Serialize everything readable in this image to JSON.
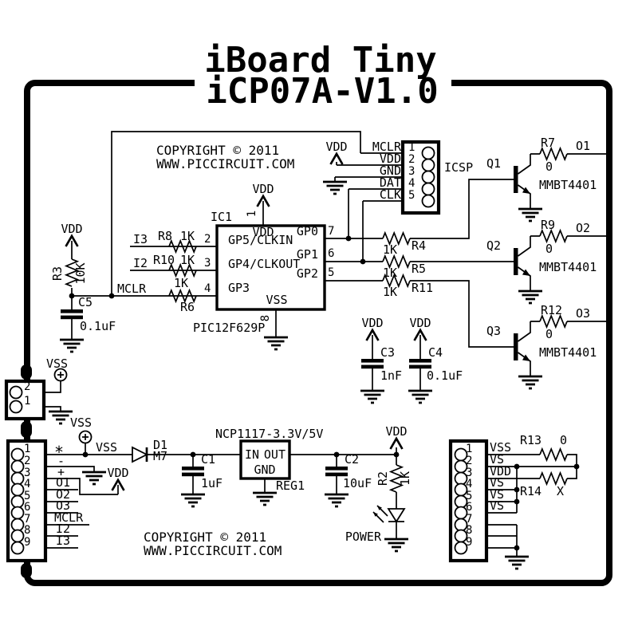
{
  "window": {
    "title_line1": "iBoard Tiny",
    "title_line2": "iCP07A-V1.0"
  },
  "copyright": {
    "line1": "COPYRIGHT © 2011",
    "line2": "WWW.PICCIRCUIT.COM"
  },
  "nets": {
    "vdd": "VDD",
    "vss": "VSS"
  },
  "icsp": {
    "label": "ICSP",
    "pins": [
      {
        "num": "1",
        "name": "MCLR"
      },
      {
        "num": "2",
        "name": "VDD"
      },
      {
        "num": "3",
        "name": "GND"
      },
      {
        "num": "4",
        "name": "DAT"
      },
      {
        "num": "5",
        "name": "CLK"
      }
    ]
  },
  "ic1": {
    "ref": "IC1",
    "part": "PIC12F629P",
    "vdd": "VDD",
    "vss": "VSS",
    "pin1": "1",
    "pin8": "8",
    "left_pins": [
      {
        "num": "2",
        "label": "GP5/CLKIN"
      },
      {
        "num": "3",
        "label": "GP4/CLKOUT"
      },
      {
        "num": "4",
        "label": "GP3"
      }
    ],
    "right_pins": [
      {
        "num": "7",
        "label": "GP0"
      },
      {
        "num": "6",
        "label": "GP1"
      },
      {
        "num": "5",
        "label": "GP2"
      }
    ]
  },
  "input_resistors": [
    {
      "net": "I3",
      "ref": "R8",
      "value": "1K"
    },
    {
      "net": "I2",
      "ref": "R10",
      "value": "1K"
    },
    {
      "net": "MCLR",
      "ref": "R6",
      "value": "1K"
    }
  ],
  "r3": {
    "ref": "R3",
    "value": "10K"
  },
  "c5": {
    "ref": "C5",
    "value": "0.1uF"
  },
  "gp_resistors": [
    {
      "ref": "R4",
      "value": "1K"
    },
    {
      "ref": "R5",
      "value": "1K"
    },
    {
      "ref": "R11",
      "value": "1K"
    }
  ],
  "transistors": [
    {
      "ref": "Q1",
      "part": "MMBT4401",
      "r_ref": "R7",
      "r_value": "0",
      "net": "O1"
    },
    {
      "ref": "Q2",
      "part": "MMBT4401",
      "r_ref": "R9",
      "r_value": "0",
      "net": "O2"
    },
    {
      "ref": "Q3",
      "part": "MMBT4401",
      "r_ref": "R12",
      "r_value": "0",
      "net": "O3"
    }
  ],
  "caps": [
    {
      "ref": "C3",
      "value": "1nF"
    },
    {
      "ref": "C4",
      "value": "0.1uF"
    }
  ],
  "conn2": {
    "pin_top": "2",
    "pin_bottom": "1"
  },
  "conn9_left": {
    "pins": [
      {
        "num": "1",
        "label": "*"
      },
      {
        "num": "2",
        "label": "-"
      },
      {
        "num": "3",
        "label": "+"
      },
      {
        "num": "4",
        "label": "O1"
      },
      {
        "num": "5",
        "label": "O2"
      },
      {
        "num": "6",
        "label": "O3"
      },
      {
        "num": "7",
        "label": "MCLR"
      },
      {
        "num": "8",
        "label": "I2"
      },
      {
        "num": "9",
        "label": "I3"
      }
    ]
  },
  "power": {
    "diode_ref": "D1",
    "diode_part": "M7",
    "c1_ref": "C1",
    "c1_value": "1uF",
    "reg_title": "NCP1117-3.3V/5V",
    "reg_ref": "REG1",
    "reg_in": "IN",
    "reg_out": "OUT",
    "reg_gnd": "GND",
    "c2_ref": "C2",
    "c2_value": "10uF",
    "r2_ref": "R2",
    "r2_value": "1K",
    "led_label": "POWER"
  },
  "conn9_right": {
    "pins": [
      {
        "num": "1",
        "label": "VSS"
      },
      {
        "num": "2",
        "label": "VS"
      },
      {
        "num": "3",
        "label": "VDD"
      },
      {
        "num": "4",
        "label": "VS"
      },
      {
        "num": "5",
        "label": "VS"
      },
      {
        "num": "6",
        "label": "VS"
      },
      {
        "num": "7",
        "label": ""
      },
      {
        "num": "8",
        "label": ""
      },
      {
        "num": "9",
        "label": ""
      }
    ],
    "r13_ref": "R13",
    "r13_value": "0",
    "r14_ref": "R14",
    "r14_value": "X"
  },
  "colors": {
    "ink": "#000000",
    "paper": "#ffffff"
  }
}
